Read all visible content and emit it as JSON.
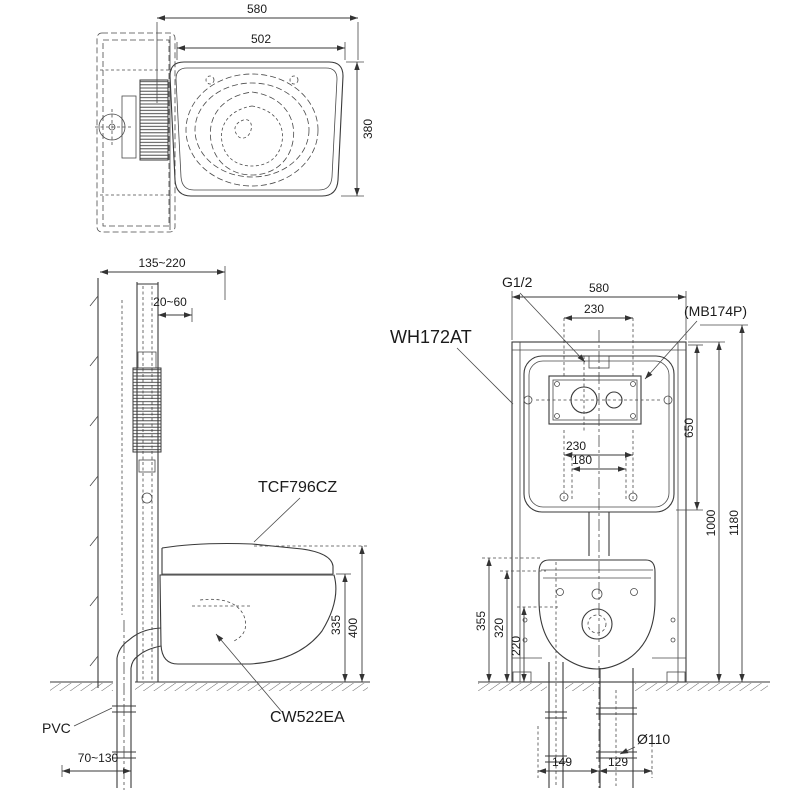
{
  "drawing": {
    "top_view": {
      "dim_overall_width": "580",
      "dim_seat_width": "502",
      "dim_depth": "380"
    },
    "side_view": {
      "dim_wall_depth": "135~220",
      "dim_panel_offset": "20~60",
      "label_washlet": "TCF796CZ",
      "label_bowl": "CW522EA",
      "label_pipe": "PVC",
      "dim_rim_height": "335",
      "dim_seat_height": "400",
      "dim_drain_offset": "70~130"
    },
    "front_view": {
      "label_inlet": "G1/2",
      "label_tank_unit": "WH172AT",
      "label_push_plate": "(MB174P)",
      "dim_frame_width": "580",
      "dim_top_span": "230",
      "dim_stud_span": "230",
      "dim_bolt_span": "180",
      "dim_tank_height": "650",
      "dim_frame_height": "1000",
      "dim_total_height": "1180",
      "dim_inlet_height": "355",
      "dim_conn_height": "320",
      "dim_drain_height": "220",
      "dim_drain_dia": "Ø110",
      "dim_left_offset": "149",
      "dim_right_offset": "129"
    }
  }
}
